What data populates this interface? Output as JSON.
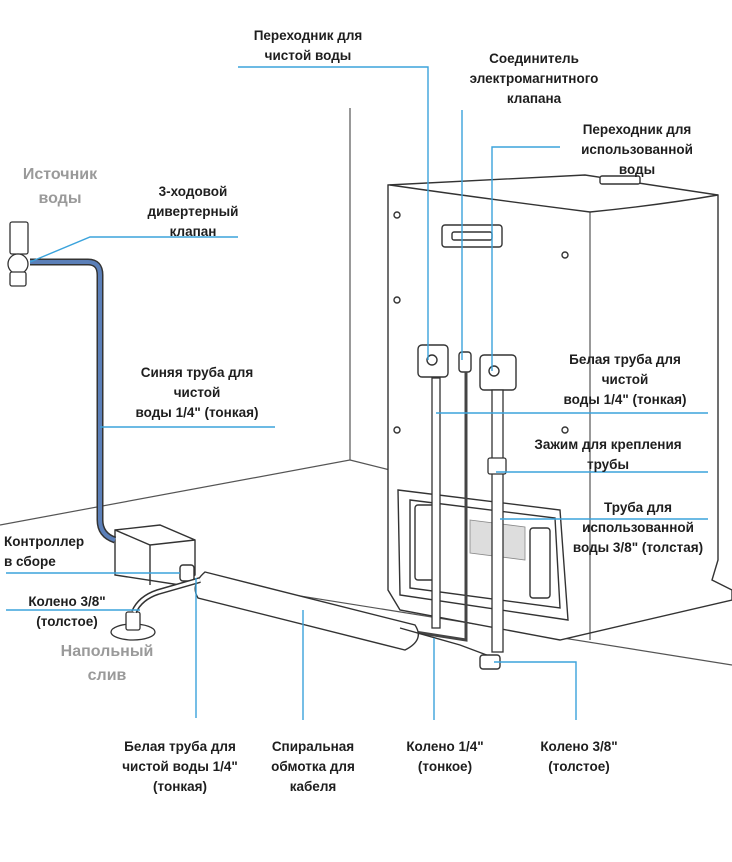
{
  "labels": {
    "clean_adapter": "Переходник для\nчистой воды",
    "valve_connector": "Соединитель\nэлектромагнитного\nклапана",
    "used_adapter": "Переходник для\nиспользованной\nводы",
    "water_source": "Источник\nводы",
    "diverter_valve": "3-ходовой\nдивертерный\nклапан",
    "blue_pipe": "Синяя труба для\nчистой\nводы 1/4\" (тонкая)",
    "white_pipe_right": "Белая труба для\nчистой\nводы 1/4\" (тонкая)",
    "pipe_clamp": "Зажим для крепления\nтрубы",
    "used_pipe": "Труба для\nиспользованной\nводы 3/8\" (толстая)",
    "controller": "Контроллер\nв сборе",
    "elbow_left": "Колено 3/8\"\n(толстое)",
    "floor_drain": "Напольный\nслив",
    "white_pipe_bottom": "Белая труба для\nчистой воды 1/4\"\n(тонкая)",
    "cable_wrap": "Спиральная\nобмотка для\nкабеля",
    "elbow_thin": "Колено 1/4\"\n(тонкое)",
    "elbow_thick": "Колено 3/8\"\n(толстое)"
  },
  "colors": {
    "leader_line": "#3ba3dc",
    "blue_pipe": "#5b7fb8",
    "outline": "#333333"
  }
}
